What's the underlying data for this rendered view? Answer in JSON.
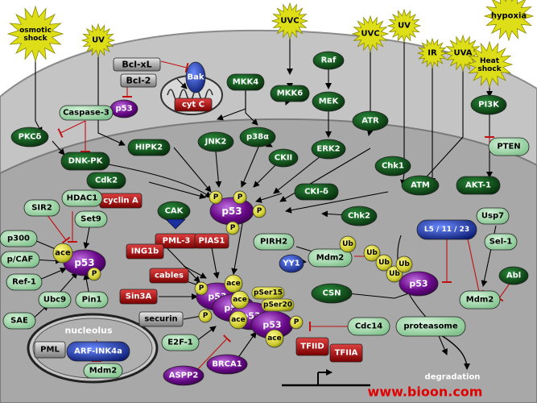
{
  "stimuli": {
    "osmotic": "osmotic shock",
    "uv1": "UV",
    "uvc1": "UVC",
    "uvc2": "UVC",
    "uv2": "UV",
    "ir": "IR",
    "uva": "UVA",
    "heat": "Heat shock",
    "hypoxia": "hypoxia"
  },
  "nodes": {
    "bclxl": "Bcl-xL",
    "bcl2": "Bcl-2",
    "bak": "Bak",
    "p53_cyto": "p53",
    "cytc": "cyt C",
    "caspase3": "Caspase-3",
    "mkk4": "MKK4",
    "mkk6": "MKK6",
    "raf": "Raf",
    "mek": "MEK",
    "pkcd": "PKCδ",
    "dnapk": "DNK-PK",
    "hipk2": "HIPK2",
    "jnk2": "JNK2",
    "p38a": "p38α",
    "ckii": "CKII",
    "erk2": "ERK2",
    "atr": "ATR",
    "pi3k": "PI3K",
    "pten": "PTEN",
    "akt1": "AKT-1",
    "cdk2": "Cdk2",
    "cyclina": "cyclin A",
    "cak": "CAK",
    "ckid": "CKI-δ",
    "chk1": "Chk1",
    "atm": "ATM",
    "chk2": "Chk2",
    "p53_center": "p53",
    "sir2": "SIR2",
    "hdac1": "HDAC1",
    "set9": "Set9",
    "p300": "p300",
    "pcaf": "p/CAF",
    "ace1": "ace",
    "p53_left": "p53",
    "ref1": "Ref-1",
    "ubc9": "Ubc9",
    "pin1": "Pin1",
    "sae": "SAE",
    "pml3": "PML-3",
    "pias1": "PIAS1",
    "ing1b": "ING1b",
    "cables": "cables",
    "sin3a": "Sin3A",
    "securin": "securin",
    "e2f1": "E2F-1",
    "aspp2": "ASPP2",
    "brca1": "BRCA1",
    "nucleolus": "nucleolus",
    "pml": "PML",
    "arf": "ARF-INK4a",
    "mdm2_nuc": "Mdm2",
    "pirh2": "PIRH2",
    "mdm2": "Mdm2",
    "yy1": "YY1",
    "csn": "CSN",
    "proteasome": "proteasome",
    "cdc14": "Cdc14",
    "l51123": "L5 / 11 / 23",
    "usp7": "Usp7",
    "sel1": "Sel-1",
    "abl": "Abl",
    "mdm2_right": "Mdm2",
    "p53_ub": "p53",
    "tfiid": "TFIID",
    "tfiia": "TFIIA"
  },
  "modifiers": {
    "p": "P",
    "ub": "Ub",
    "ace": "ace",
    "pser15": "pSer15",
    "pser20": "pSer20",
    "p53_stack": "p53"
  },
  "labels": {
    "degradation": "degradation",
    "watermark": "www.bioon.com"
  },
  "colors": {
    "dark_green": "#0a4a12",
    "light_green": "#8fd19a",
    "dark_red": "#a01010",
    "purple": "#6a0a8a",
    "gold": "#cfcc30",
    "blue": "#1a2fa0",
    "nucleus": "#a8a8a8",
    "cytoplasm": "#c4c4c4",
    "watermark": "#e00000"
  }
}
